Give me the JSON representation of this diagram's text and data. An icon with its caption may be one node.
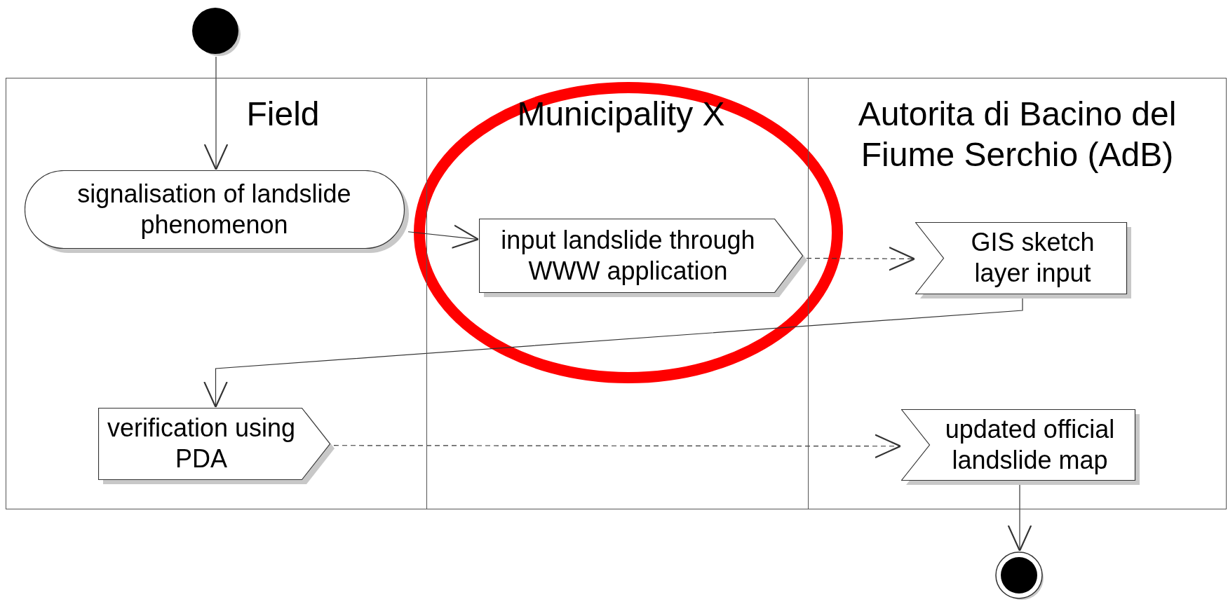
{
  "diagram": {
    "nodes": [
      {
        "text": [],
        "shape": "circle"
      },
      {
        "text": [
          "Field"
        ]
      },
      {
        "text": [
          "Municipality X"
        ]
      },
      {
        "text": [
          "Autorita di Bacino del Fiume Serchio (AdB)"
        ]
      },
      {
        "text": [
          "signalisation of landslide phenomenon"
        ],
        "in": 1
      },
      {
        "text": [
          "input landslide through WWW application"
        ],
        "in": 2
      },
      {
        "text": [
          "GIS sketch layer input"
        ],
        "in": 3
      },
      {
        "text": [
          "verification using PDA"
        ],
        "in": 1
      },
      {
        "text": [
          "updated official landslide map"
        ],
        "in": 3
      },
      {
        "text": [],
        "shape": "circle"
      }
    ],
    "edges": [
      {
        "from": 0,
        "to": 4,
        "arrow": "to"
      },
      {
        "from": 4,
        "to": 5,
        "arrow": "to"
      },
      {
        "from": 5,
        "to": 6,
        "arrow": "to",
        "style": "dashed"
      },
      {
        "from": 6,
        "to": 7,
        "arrow": "to"
      },
      {
        "from": 7,
        "to": 8,
        "arrow": "to",
        "style": "dashed"
      },
      {
        "from": 8,
        "to": 9,
        "arrow": "to"
      }
    ]
  }
}
